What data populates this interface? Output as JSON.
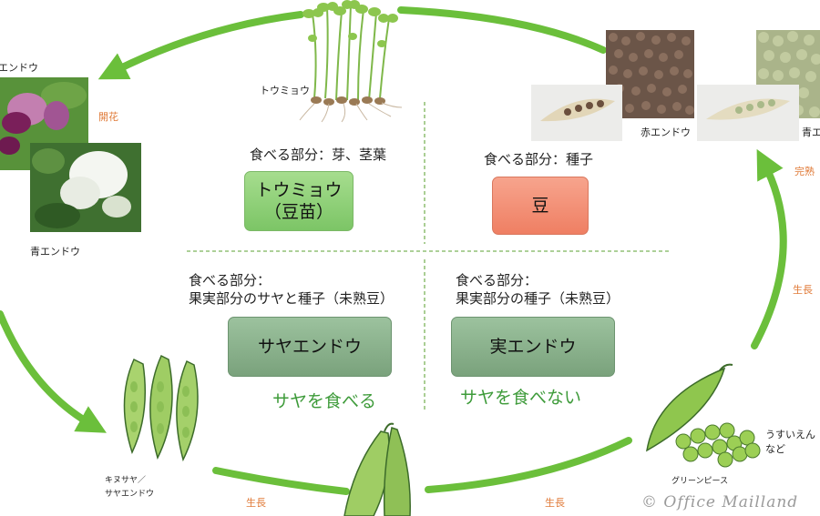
{
  "colors": {
    "arrow": "#6bbf3b",
    "label_orange": "#e07b39",
    "caption_green": "#3e9b3a",
    "divider": "#7cb35a"
  },
  "top": {
    "sprout_label": "トウミョウ"
  },
  "left_flowers": {
    "partial_label": "エンドウ",
    "flower_label": "開花",
    "blue_label": "青エンドウ"
  },
  "right_seeds": {
    "red_label": "赤エンドウ",
    "green_label": "青エ",
    "ripe_label": "完熟"
  },
  "quadrants": {
    "tl_caption": "食べる部分：芽、茎葉",
    "tl_box": "トウミョウ\n（豆苗）",
    "tr_caption": "食べる部分：種子",
    "tr_box": "豆",
    "bl_caption_1": "食べる部分：",
    "bl_caption_2": "果実部分のサヤと種子（未熟豆）",
    "bl_box": "サヤエンドウ",
    "bl_green": "サヤを食べる",
    "br_caption_1": "食べる部分：",
    "br_caption_2": "果実部分の種子（未熟豆）",
    "br_box": "実エンドウ",
    "br_green": "サヤを食べない"
  },
  "bottom": {
    "kinusaya_1": "キヌサヤ／",
    "kinusaya_2": "サヤエンドウ",
    "growth_left": "生長",
    "growth_mid": "生長",
    "greenpeas": "グリーンピース",
    "usui_1": "うすいえん",
    "usui_2": "など"
  },
  "right_side": {
    "growth": "生長"
  },
  "copyright": "© Office Mailland"
}
